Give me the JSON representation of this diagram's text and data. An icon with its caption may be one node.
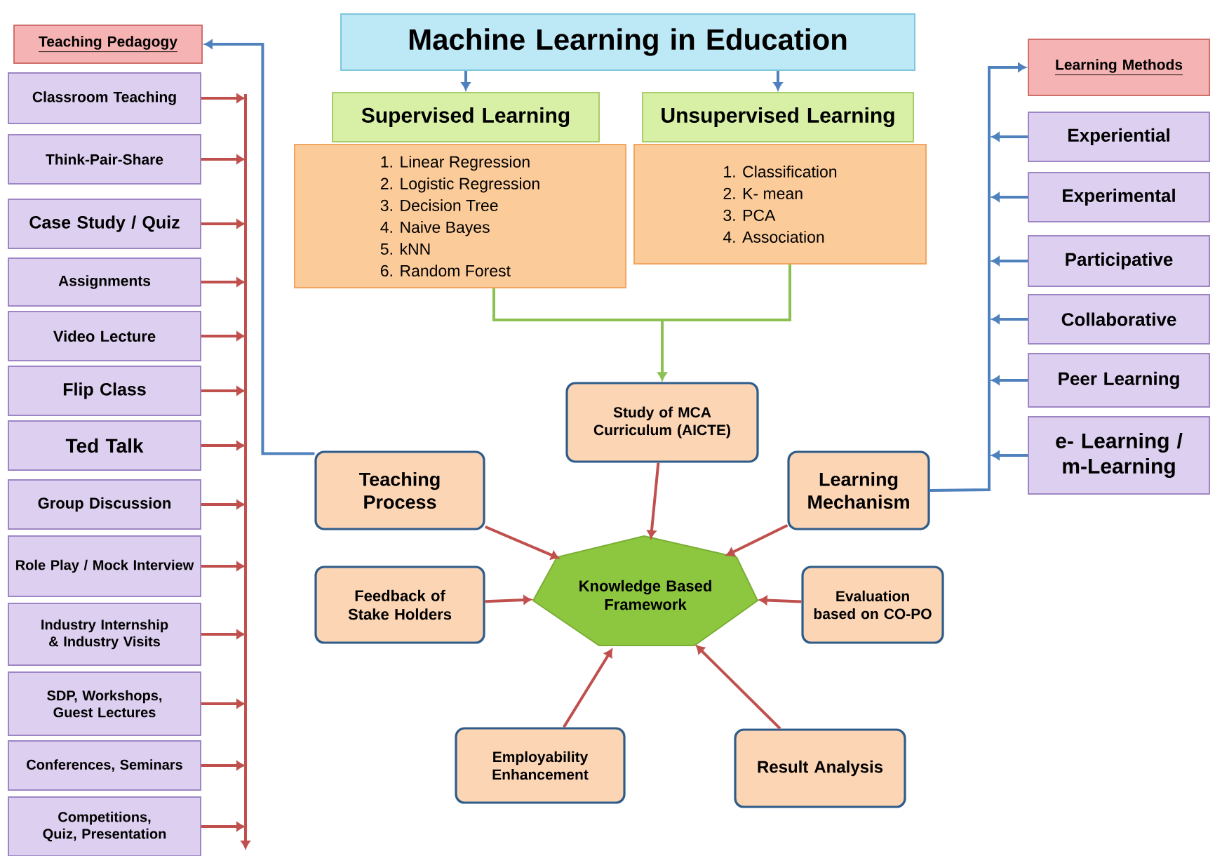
{
  "diagram": {
    "nodes": [
      {
        "text": [
          "Machine Learning in Education"
        ]
      },
      {
        "text": [
          "Supervised Learning"
        ]
      },
      {
        "text": [
          "1. Linear Regression",
          "2. Logistic Regression",
          "3. Decision Tree",
          "4. Naive Bayes",
          "5. kNN",
          "6. Random Forest"
        ]
      },
      {
        "text": [
          "Unsupervised Learning"
        ]
      },
      {
        "text": [
          "1. Classification",
          "2. K- mean",
          "3. PCA",
          "4. Association"
        ]
      },
      {
        "text": [
          "Study of MCA Curriculum (AICTE)"
        ]
      },
      {
        "text": [
          "Teaching Process"
        ]
      },
      {
        "text": [
          "Learning Mechanism"
        ]
      },
      {
        "text": [
          "Feedback of Stake Holders"
        ]
      },
      {
        "text": [
          "Knowledge Based Framework"
        ]
      },
      {
        "text": [
          "Evaluation based on CO-PO"
        ]
      },
      {
        "text": [
          "Employability Enhancement"
        ]
      },
      {
        "text": [
          "Result Analysis"
        ]
      },
      {
        "text": [
          "Teaching Pedagogy"
        ]
      },
      {
        "text": [
          "Classroom Teaching"
        ]
      },
      {
        "text": [
          "Think-Pair-Share"
        ]
      },
      {
        "text": [
          "Case Study / Quiz"
        ]
      },
      {
        "text": [
          "Assignments"
        ]
      },
      {
        "text": [
          "Video Lecture"
        ]
      },
      {
        "text": [
          "Flip Class"
        ]
      },
      {
        "text": [
          "Ted Talk"
        ]
      },
      {
        "text": [
          "Group Discussion"
        ]
      },
      {
        "text": [
          "Role Play / Mock Interview"
        ]
      },
      {
        "text": [
          "Industry Internship & Industry Visits"
        ]
      },
      {
        "text": [
          "SDP, Workshops, Guest Lectures"
        ]
      },
      {
        "text": [
          "Conferences, Seminars"
        ]
      },
      {
        "text": [
          "Competitions, Quiz, Presentation"
        ]
      },
      {
        "text": [
          "Learning Methods"
        ]
      },
      {
        "text": [
          "Experiential"
        ]
      },
      {
        "text": [
          "Experimental"
        ]
      },
      {
        "text": [
          "Participative"
        ]
      },
      {
        "text": [
          "Collaborative"
        ]
      },
      {
        "text": [
          "Peer Learning"
        ]
      },
      {
        "text": [
          "e- Learning / m-Learning"
        ]
      }
    ],
    "edges": [
      {
        "from": 0,
        "to": 1,
        "arrow": "to",
        "color": "#4f81bd"
      },
      {
        "from": 0,
        "to": 3,
        "arrow": "to",
        "color": "#4f81bd"
      },
      {
        "from": 2,
        "to": 5,
        "arrow": "to",
        "color": "#8cc152"
      },
      {
        "from": 4,
        "to": 5,
        "arrow": "to",
        "color": "#8cc152"
      },
      {
        "from": 5,
        "to": 9,
        "arrow": "to"
      },
      {
        "from": 6,
        "to": 9,
        "arrow": "to"
      },
      {
        "from": 7,
        "to": 9,
        "arrow": "to"
      },
      {
        "from": 8,
        "to": 9,
        "arrow": "to"
      },
      {
        "from": 10,
        "to": 9,
        "arrow": "to"
      },
      {
        "from": 11,
        "to": 9,
        "arrow": "to"
      },
      {
        "from": 12,
        "to": 9,
        "arrow": "to"
      },
      {
        "from": 6,
        "to": 13,
        "arrow": "to",
        "color": "#4f81bd"
      },
      {
        "from": 7,
        "to": 27,
        "arrow": "to",
        "color": "#4f81bd"
      },
      {
        "from": 14,
        "to": null,
        "arrow": "to"
      },
      {
        "from": 15,
        "to": null,
        "arrow": "to"
      },
      {
        "from": 16,
        "to": null,
        "arrow": "to"
      },
      {
        "from": 17,
        "to": null,
        "arrow": "to"
      },
      {
        "from": 18,
        "to": null,
        "arrow": "to"
      },
      {
        "from": 19,
        "to": null,
        "arrow": "to"
      },
      {
        "from": 20,
        "to": null,
        "arrow": "to"
      },
      {
        "from": 21,
        "to": null,
        "arrow": "to"
      },
      {
        "from": 22,
        "to": null,
        "arrow": "to"
      },
      {
        "from": 23,
        "to": null,
        "arrow": "to"
      },
      {
        "from": 24,
        "to": null,
        "arrow": "to"
      },
      {
        "from": 25,
        "to": null,
        "arrow": "to"
      },
      {
        "from": 26,
        "to": null,
        "arrow": "to"
      },
      {
        "from": 28,
        "to": null,
        "arrow": "to",
        "color": "#4f81bd"
      },
      {
        "from": 29,
        "to": null,
        "arrow": "to",
        "color": "#4f81bd"
      },
      {
        "from": 30,
        "to": null,
        "arrow": "to",
        "color": "#4f81bd"
      },
      {
        "from": 31,
        "to": null,
        "arrow": "to",
        "color": "#4f81bd"
      },
      {
        "from": 32,
        "to": null,
        "arrow": "to",
        "color": "#4f81bd"
      },
      {
        "from": 33,
        "to": null,
        "arrow": "to",
        "color": "#4f81bd"
      }
    ]
  }
}
